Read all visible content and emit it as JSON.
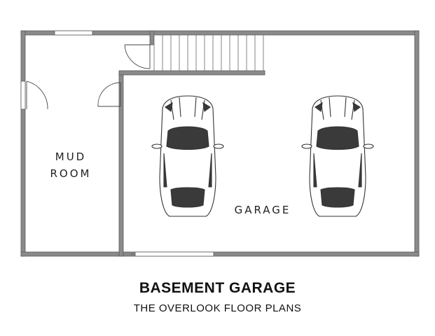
{
  "plan": {
    "rooms": {
      "mud_room_line1": "MUD",
      "mud_room_line2": "ROOM",
      "garage": "GARAGE"
    },
    "colors": {
      "wall": "#8a8a8a",
      "wall_edge": "#5a5a5a",
      "window": "#ffffff",
      "car_body": "#ffffff",
      "car_glass": "#3a3a3a",
      "line": "#333333"
    },
    "icons": [
      "car-icon",
      "stairs-icon",
      "door-swing-icon",
      "window-icon"
    ]
  },
  "caption": {
    "title": "BASEMENT GARAGE",
    "subtitle": "THE OVERLOOK FLOOR PLANS"
  }
}
